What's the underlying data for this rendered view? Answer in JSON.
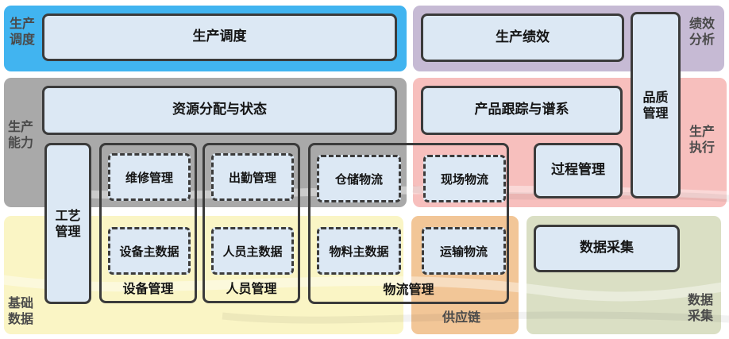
{
  "colors": {
    "region_scheduling": "#41B4F0",
    "region_performance": "#C6BAD4",
    "region_capacity": "#A9A9A9",
    "region_execution": "#F7BFBD",
    "region_master_data": "#FAF5C5",
    "region_supply_chain": "#F2C697",
    "region_data_collection": "#DADFC4",
    "box_fill": "#DCE8F4",
    "box_border": "#3B3B3B",
    "region_label_text": "#4A4A4A",
    "box_text": "#141414"
  },
  "regions": {
    "scheduling": {
      "label": "生产\n调度"
    },
    "performance": {
      "label": "绩效\n分析"
    },
    "capacity": {
      "label": "生产\n能力"
    },
    "execution": {
      "label": "生产\n执行"
    },
    "master_data": {
      "label": "基础\n数据"
    },
    "supply_chain": {
      "label": "供应链"
    },
    "data_collection": {
      "label": "数据\n采集"
    }
  },
  "boxes": {
    "production_scheduling": "生产调度",
    "production_performance": "生产绩效",
    "quality_management": "品质\n管理",
    "resource_allocation": "资源分配与状态",
    "product_tracking": "产品跟踪与谱系",
    "process_management": "过程管理",
    "craft_management": "工艺\n管理",
    "data_acquisition": "数据采集"
  },
  "groups": {
    "equipment": {
      "label": "设备管理",
      "items": [
        "维修管理",
        "设备主数据"
      ]
    },
    "personnel": {
      "label": "人员管理",
      "items": [
        "出勤管理",
        "人员主数据"
      ]
    },
    "logistics": {
      "label": "物流管理",
      "items": [
        "仓储物流",
        "现场物流",
        "物料主数据",
        "运输物流"
      ]
    }
  }
}
